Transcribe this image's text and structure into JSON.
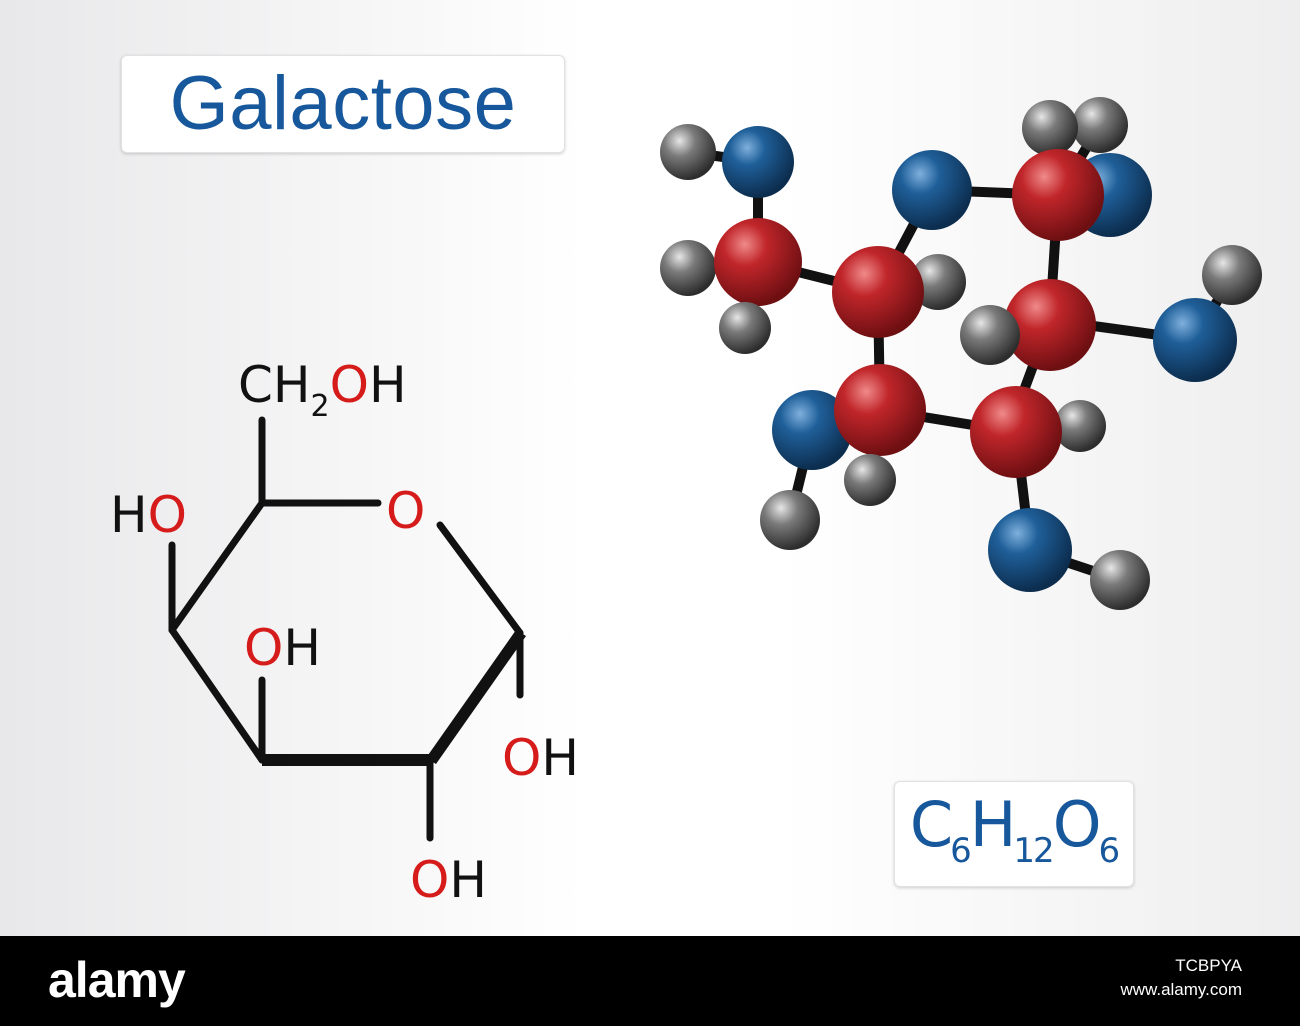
{
  "title": "Galactose",
  "formula": {
    "parts": [
      {
        "element": "C",
        "count": "6"
      },
      {
        "element": "H",
        "count": "12"
      },
      {
        "element": "O",
        "count": "6"
      }
    ]
  },
  "structure": {
    "labels": {
      "ch2": "CH",
      "ch2_sub": "2",
      "ch2_o": "O",
      "ch2_h": "H",
      "ring_o": "O",
      "ho_left_h": "H",
      "ho_left_o": "O",
      "oh_mid_o": "O",
      "oh_mid_h": "H",
      "oh_right_o": "O",
      "oh_right_h": "H",
      "oh_bottom_o": "O",
      "oh_bottom_h": "H"
    }
  },
  "colors": {
    "title": "#17579b",
    "oxygen_label": "#d61b1b",
    "carbon_atom": "#c0262a",
    "oxygen_atom": "#1f5f99",
    "hydrogen_atom": "#555555"
  },
  "footer": {
    "logo": "alamy",
    "image_id": "TCBPYA",
    "url": "www.alamy.com"
  }
}
